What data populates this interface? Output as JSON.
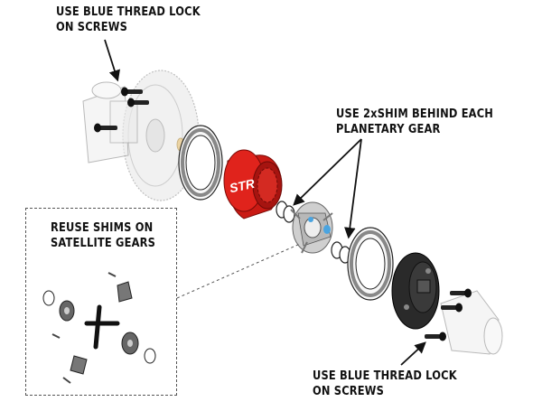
{
  "labels": {
    "top_thread_lock": [
      "USE BLUE THREAD LOCK",
      "ON SCREWS"
    ],
    "planetary_shim": [
      "USE 2xSHIM BEHIND EACH",
      "PLANETARY GEAR"
    ],
    "reuse_shims": [
      "REUSE SHIMS ON",
      "SATELLITE GEARS"
    ],
    "bottom_thread_lock": [
      "USE BLUE THREAD LOCK",
      "ON SCREWS"
    ]
  },
  "case_logo": "STR",
  "colors": {
    "case_red": "#e0231c",
    "outdrive_black": "#2a2a2a",
    "gasket_grey": "#9a9a9a",
    "text": "#111111"
  }
}
